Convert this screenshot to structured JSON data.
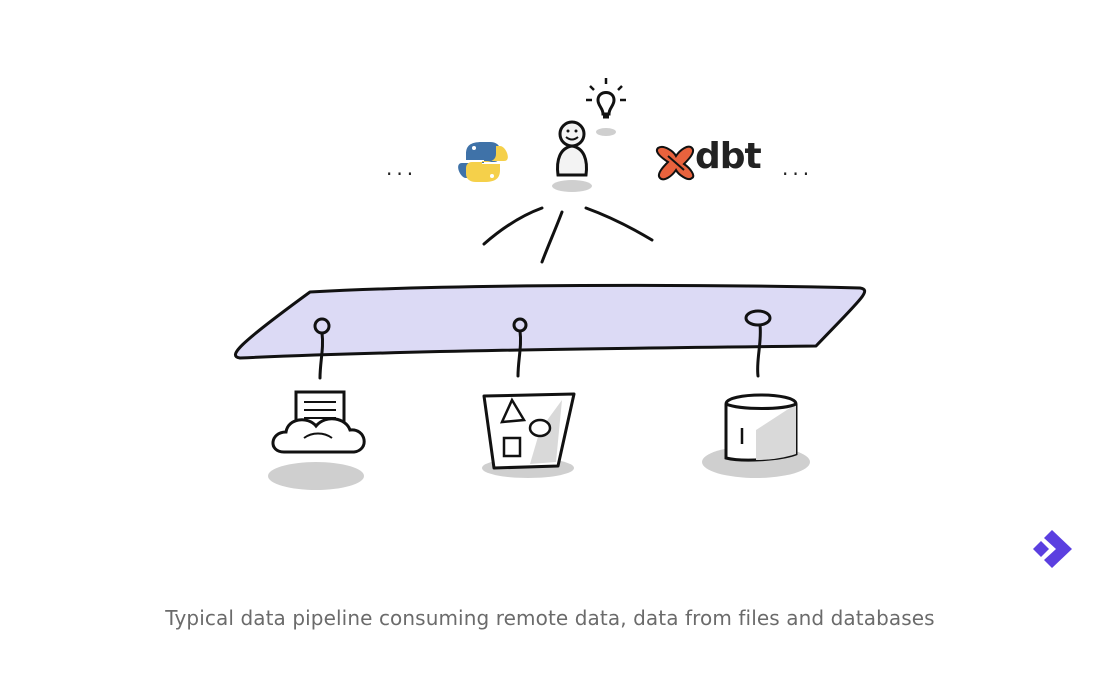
{
  "caption": "Typical data pipeline consuming remote data, data from files and databases",
  "ellipsis_left": "...",
  "ellipsis_right": "...",
  "dbt_label": "dbt",
  "tools": [
    "python-logo",
    "person-with-idea",
    "dbt-logo"
  ],
  "sources": [
    "remote-data-cloud",
    "files-bucket",
    "database-cylinder"
  ],
  "colors": {
    "pipe_fill": "#dcdaf5",
    "stroke": "#111111",
    "shadow": "#c9c9c9",
    "python_blue": "#3f72a8",
    "python_yellow": "#f5d04a",
    "dbt_orange": "#e8623d",
    "brand_arrow": "#5b3fe0",
    "caption": "#6b6b6b"
  }
}
